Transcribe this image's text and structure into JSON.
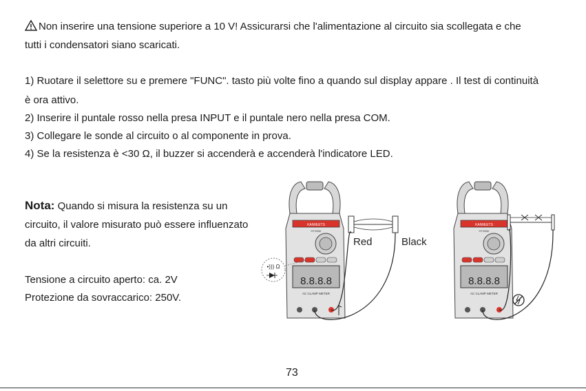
{
  "warning": {
    "icon": "warning-triangle-icon",
    "line1": "Non inserire una tensione superiore a 10 V! Assicurarsi che l'alimentazione al circuito sia scollegata e che",
    "line2": "tutti i condensatori siano scaricati."
  },
  "steps": [
    "1) Ruotare il selettore su e premere \"FUNC\". tasto più volte fino a quando sul display appare . Il test di continuità",
    "è ora attivo.",
    "2) Inserire il puntale rosso nella presa INPUT e il puntale nero nella presa COM.",
    "3) Collegare le sonde al circuito o al componente in prova.",
    "4) Se la resistenza è <30 Ω, il buzzer si accenderà e accenderà l'indicatore LED."
  ],
  "note": {
    "label": "Nota:",
    "line1": "Quando si misura la resistenza su un",
    "line2": "circuito, il valore misurato può essere influenzato",
    "line3": "da altri circuiti."
  },
  "specs": [
    "Tensione a circuito aperto: ca. 2V",
    "Protezione da sovraccarico: 250V."
  ],
  "figure": {
    "probe_red_label": "Red",
    "probe_black_label": "Black",
    "continuity_symbol": "•))) Ω",
    "meter_brand": "KAIWEETS",
    "meter_model": "HT206D",
    "meter_display": "8.8.8.8",
    "meter_panel_label": "AC CLAMP METER",
    "icons": [
      "clamp-meter-illustration",
      "buzzer-icon",
      "diode-icon",
      "no-power-icon",
      "resistor-icon"
    ],
    "colors": {
      "accent_red": "#d9342b",
      "meter_gray": "#d8d8d8",
      "display_gray": "#b9b9b9"
    }
  },
  "page_number": "73"
}
